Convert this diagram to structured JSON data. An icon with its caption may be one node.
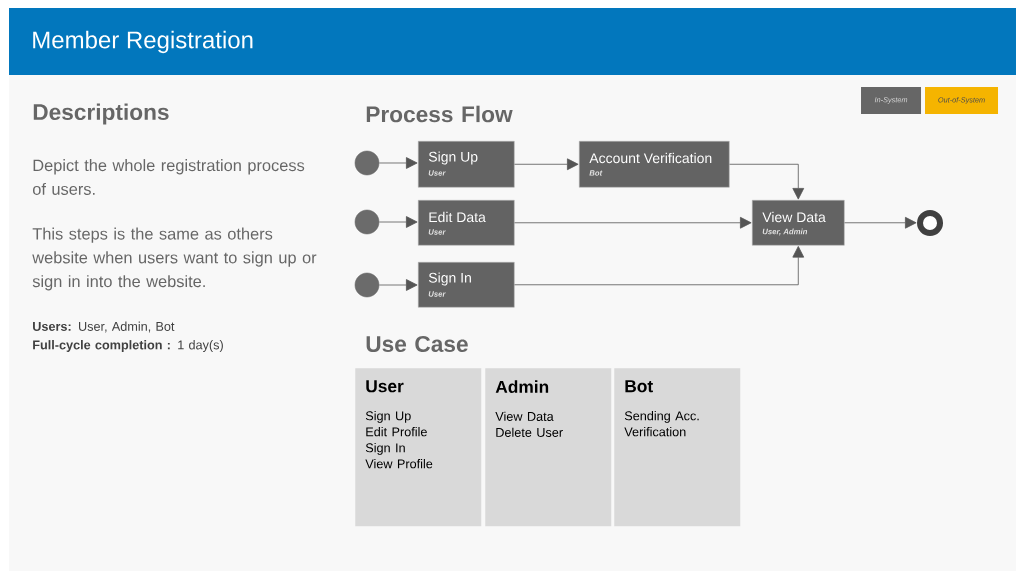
{
  "diagram": {
    "title": "Member Registration",
    "nodes": [
      {
        "text": [],
        "shape": "circle"
      },
      {
        "text": [
          "Sign Up",
          "User"
        ]
      },
      {
        "text": [
          "Account Verification",
          "Bot"
        ]
      },
      {
        "text": [],
        "shape": "circle"
      },
      {
        "text": [
          "Edit Data",
          "User"
        ]
      },
      {
        "text": [
          "View Data",
          "User, Admin"
        ]
      },
      {
        "text": [],
        "shape": "circle"
      },
      {
        "text": [],
        "shape": "circle"
      },
      {
        "text": [
          "Sign In",
          "User"
        ]
      },
      {
        "text": [
          "User",
          "Sign Up",
          "Edit Profile",
          "Sign In",
          "View Profile"
        ]
      },
      {
        "text": [
          "Admin",
          "View Data",
          "Delete User"
        ]
      },
      {
        "text": [
          "Bot",
          "Sending Acc. Verification"
        ]
      }
    ],
    "edges": [
      {
        "from": 0,
        "to": 1,
        "arrow": "to"
      },
      {
        "from": 1,
        "to": 2,
        "arrow": "to"
      },
      {
        "from": 2,
        "to": 5,
        "arrow": "to"
      },
      {
        "from": 3,
        "to": 4,
        "arrow": "to"
      },
      {
        "from": 4,
        "to": 5,
        "arrow": "to"
      },
      {
        "from": 5,
        "to": 6,
        "arrow": "to"
      },
      {
        "from": 7,
        "to": 8,
        "arrow": "to"
      },
      {
        "from": 8,
        "to": 5,
        "arrow": "to"
      }
    ],
    "labels": [
      "Descriptions",
      "Depict the whole registration process of users.",
      "This steps is the same as others website when users want to sign up or sign in into the website.",
      "**Users:** User, Admin, Bot",
      "**Full-cycle completion :** 1 day(s)",
      "Process Flow",
      "Use Case"
    ],
    "legend": [
      {
        "text": "In-System",
        "color": "#666666"
      },
      {
        "text": "Out-of-System",
        "color": "#f5b400"
      }
    ]
  }
}
